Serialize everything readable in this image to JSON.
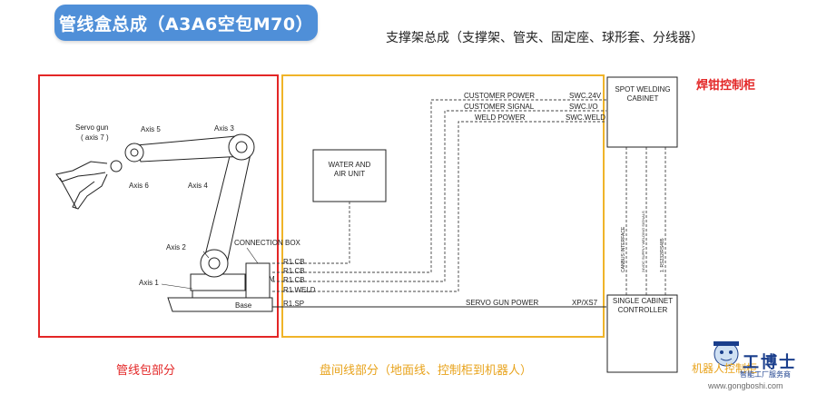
{
  "header": {
    "title": "管线盒总成（A3A6空包M70）",
    "subtitle": "支撑架总成（支撑架、管夹、固定座、球形套、分线器）"
  },
  "colors": {
    "title_bg": "#4f8fd8",
    "red_frame": "#e32626",
    "yellow_frame": "#f0b429",
    "black": "#222222"
  },
  "labels": {
    "spot_cabinet_cn": "焊钳控制柜",
    "section_red": "管线包部分",
    "section_yellow": "盘间线部分（地面线、控制柜到机器人）",
    "controller_cn": "机器人控制柜"
  },
  "robot": {
    "servo_gun": "Servo gun",
    "axis7": "( axis 7 )",
    "motor": "M",
    "axis5": "Axis 5",
    "axis3": "Axis 3",
    "axis6": "Axis 6",
    "axis4": "Axis 4",
    "axis2": "Axis 2",
    "axis1": "Axis 1",
    "base": "Base",
    "connection_box": "CONNECTION BOX",
    "ports": [
      "R1.CB",
      "R1.CB",
      "R1.CB",
      "R1.WELD",
      "R1.SP"
    ]
  },
  "water": {
    "line1": "WATER AND",
    "line2": "AIR UNIT"
  },
  "cables": {
    "customer_power": "CUSTOMER POWER",
    "customer_signal": "CUSTOMER SIGNAL",
    "weld_power": "WELD POWER",
    "swc24": "SWC.24V",
    "swcio": "SWC.I/O",
    "swcweld": "SWC.WELD",
    "servo_gun_power": "SERVO GUN POWER",
    "xp": "XP/XS7"
  },
  "spot_cabinet": {
    "line1": "SPOT WELDING",
    "line2": "CABINET"
  },
  "controller": {
    "line1": "SINGLE CABINET",
    "line2": "CONTROLLER"
  },
  "vertical_labels": {
    "cambus": "CANBUS INTERFACE",
    "supply": "24VDC SUPPLY WELDING SIGNALS",
    "rs": "1. RS232/RS485"
  },
  "watermark": {
    "brand": "工博士",
    "sub": "智能工厂服务商",
    "url": "www.gongboshi.com"
  }
}
